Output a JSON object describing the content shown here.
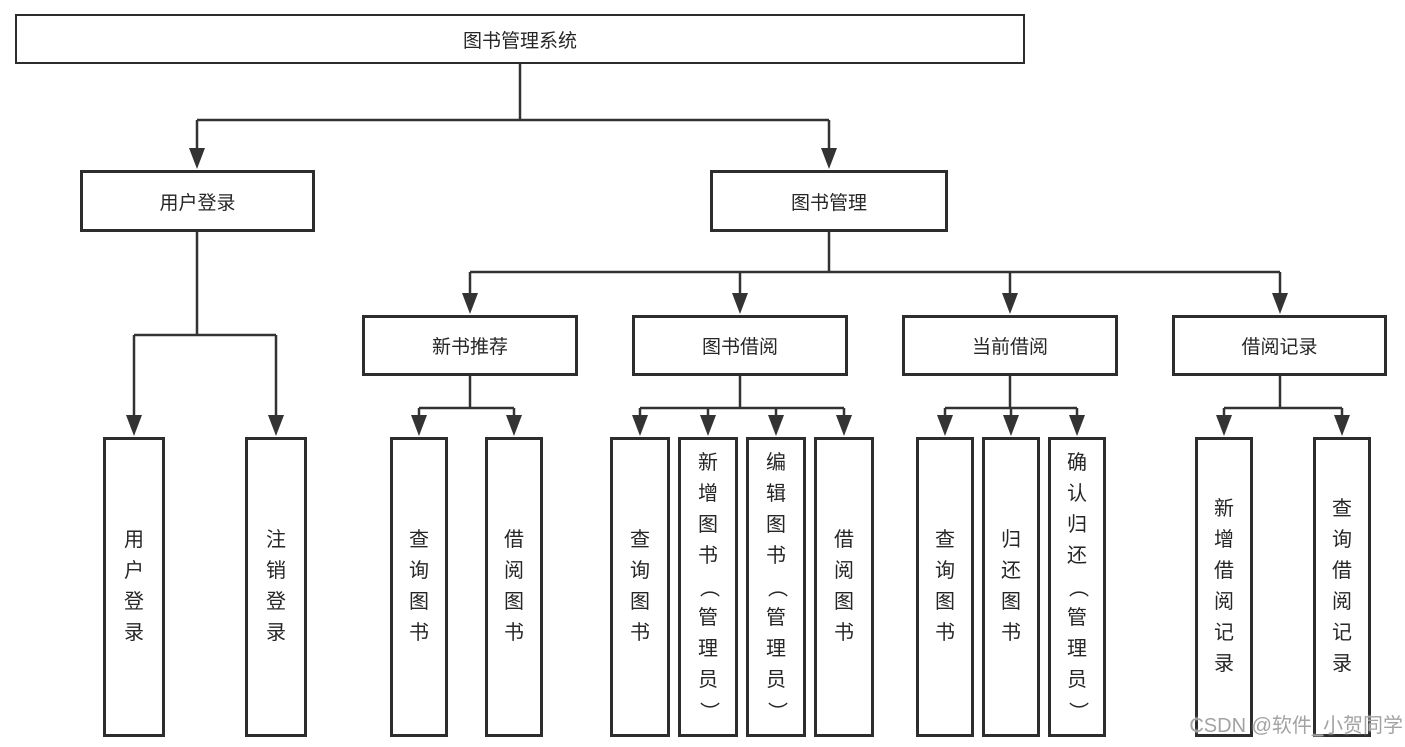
{
  "tree": {
    "label": "图书管理系统",
    "children": [
      {
        "label": "用户登录",
        "children": [
          {
            "label": "用户登录"
          },
          {
            "label": "注销登录"
          }
        ]
      },
      {
        "label": "图书管理",
        "children": [
          {
            "label": "新书推荐",
            "children": [
              {
                "label": "查询图书"
              },
              {
                "label": "借阅图书"
              }
            ]
          },
          {
            "label": "图书借阅",
            "children": [
              {
                "label": "查询图书"
              },
              {
                "label": "新增图书（管理员）"
              },
              {
                "label": "编辑图书（管理员）"
              },
              {
                "label": "借阅图书"
              }
            ]
          },
          {
            "label": "当前借阅",
            "children": [
              {
                "label": "查询图书"
              },
              {
                "label": "归还图书"
              },
              {
                "label": "确认归还（管理员）"
              }
            ]
          },
          {
            "label": "借阅记录",
            "children": [
              {
                "label": "新增借阅记录"
              },
              {
                "label": "查询借阅记录"
              }
            ]
          }
        ]
      }
    ]
  },
  "watermark": {
    "text": "CSDN @软件_小贺同学"
  },
  "colors": {
    "line": "#333333",
    "box_border": "#2d2d2d",
    "text": "#262626",
    "watermark": "#a3a3a3",
    "background": "#ffffff"
  }
}
